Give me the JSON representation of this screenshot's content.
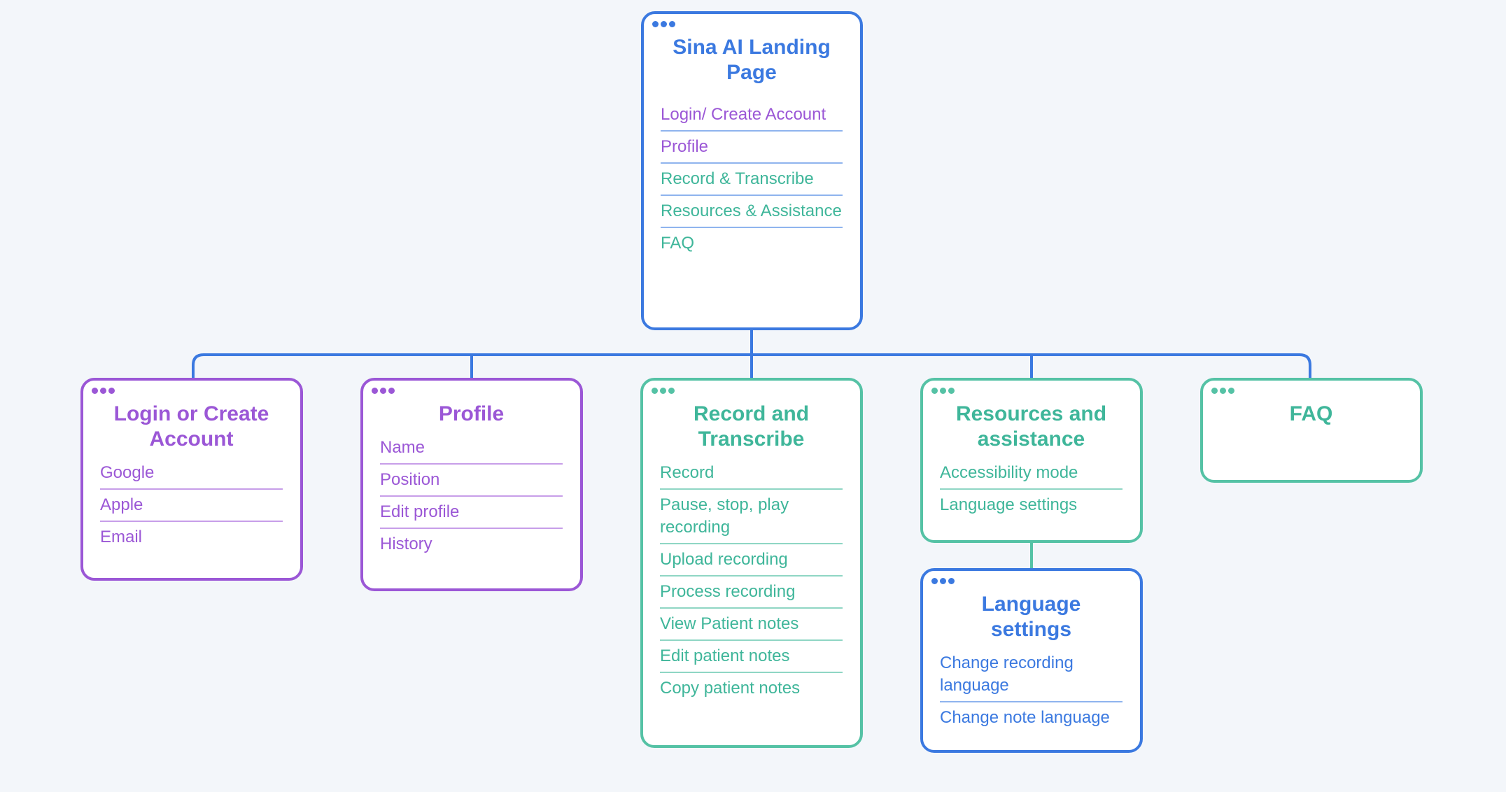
{
  "colors": {
    "background": "#f3f6fa",
    "blue": "#3b79e0",
    "purple": "#9b57d6",
    "teal": "#3fb69a"
  },
  "root": {
    "title": "Sina AI Landing Page",
    "items": [
      "Login/ Create Account",
      "Profile",
      "Record & Transcribe",
      "Resources & Assistance",
      "FAQ"
    ]
  },
  "login": {
    "title": "Login or Create Account",
    "items": [
      "Google",
      "Apple",
      "Email"
    ]
  },
  "profile": {
    "title": "Profile",
    "items": [
      "Name",
      "Position",
      "Edit profile",
      "History"
    ]
  },
  "record": {
    "title": "Record and Transcribe",
    "items": [
      "Record",
      "Pause, stop, play recording",
      "Upload recording",
      "Process recording",
      "View Patient notes",
      "Edit patient notes",
      "Copy patient notes"
    ]
  },
  "resources": {
    "title": "Resources and assistance",
    "items": [
      "Accessibility mode",
      "Language settings"
    ]
  },
  "faq": {
    "title": "FAQ"
  },
  "language": {
    "title": "Language settings",
    "items": [
      "Change recording language",
      "Change note language"
    ]
  }
}
